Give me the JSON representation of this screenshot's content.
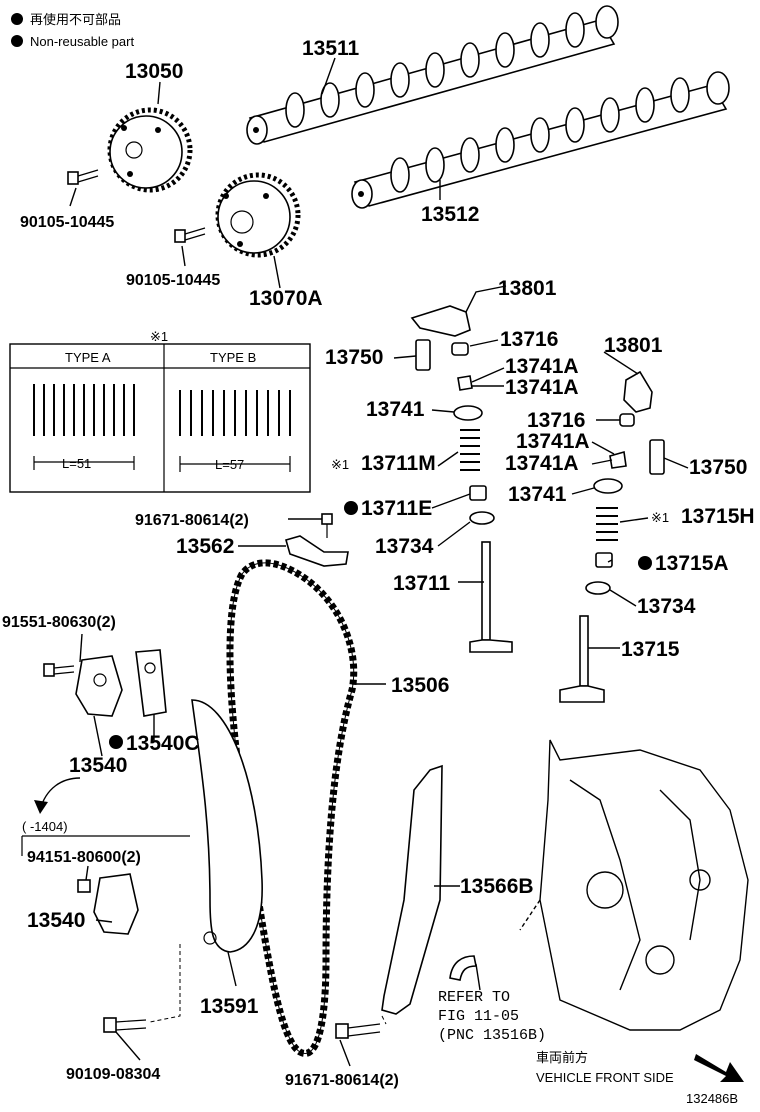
{
  "legend": {
    "non_reusable_jp": "再使用不可部品",
    "non_reusable_en": "Non-reusable part"
  },
  "type_note": "※1",
  "spring_types": {
    "type_a": {
      "label": "TYPE A",
      "length": "L=51"
    },
    "type_b": {
      "label": "TYPE B",
      "length": "L=57"
    }
  },
  "parts": {
    "p13511": "13511",
    "p13050": "13050",
    "p13512": "13512",
    "p90105_a": "90105-10445",
    "p90105_b": "90105-10445",
    "p13070A": "13070A",
    "p13801_a": "13801",
    "p13716_a": "13716",
    "p13750_a": "13750",
    "p13741A_a": "13741A",
    "p13741A_b": "13741A",
    "p13801_b": "13801",
    "p13741_a": "13741",
    "p13716_b": "13716",
    "p13741A_c": "13741A",
    "p13711M": "13711M",
    "p13741A_d": "13741A",
    "p13750_b": "13750",
    "p13741_b": "13741",
    "p91671_a": "91671-80614(2)",
    "p13711E": "13711E",
    "p13715H": "13715H",
    "p13562": "13562",
    "p13734_a": "13734",
    "p13715A": "13715A",
    "p13711": "13711",
    "p13734_b": "13734",
    "p91551": "91551-80630(2)",
    "p13715": "13715",
    "p13506": "13506",
    "p13540C": "13540C",
    "p13540_a": "13540",
    "range_note": "(     -1404)",
    "p94151": "94151-80600(2)",
    "p13566B": "13566B",
    "p13540_b": "13540",
    "p13591": "13591",
    "p90109": "90109-08304",
    "p91671_b": "91671-80614(2)"
  },
  "reference": {
    "line1": "REFER TO",
    "line2": "FIG 11-05",
    "line3": "(PNC 13516B)"
  },
  "direction": {
    "jp": "車両前方",
    "en": "VEHICLE FRONT SIDE"
  },
  "figure_id": "132486B"
}
